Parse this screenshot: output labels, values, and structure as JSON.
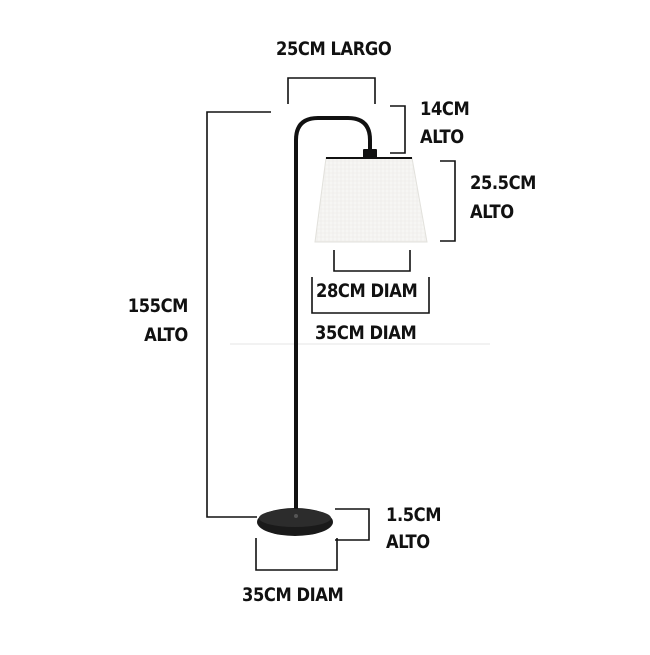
{
  "product": {
    "frame_color": "#111111",
    "shade_color": "#f6f6f4",
    "line_color": "#111111"
  },
  "labels": {
    "shade_width": "25CM LARGO",
    "arm_height_value": "14CM",
    "arm_height_unit": "ALTO",
    "shade_height_value": "25.5CM",
    "shade_height_unit": "ALTO",
    "shade_top_diam": "28CM DIAM",
    "shade_bottom_diam": "35CM DIAM",
    "total_height_value": "155CM",
    "total_height_unit": "ALTO",
    "base_height_value": "1.5CM",
    "base_height_unit": "ALTO",
    "base_diam": "35CM DIAM"
  }
}
